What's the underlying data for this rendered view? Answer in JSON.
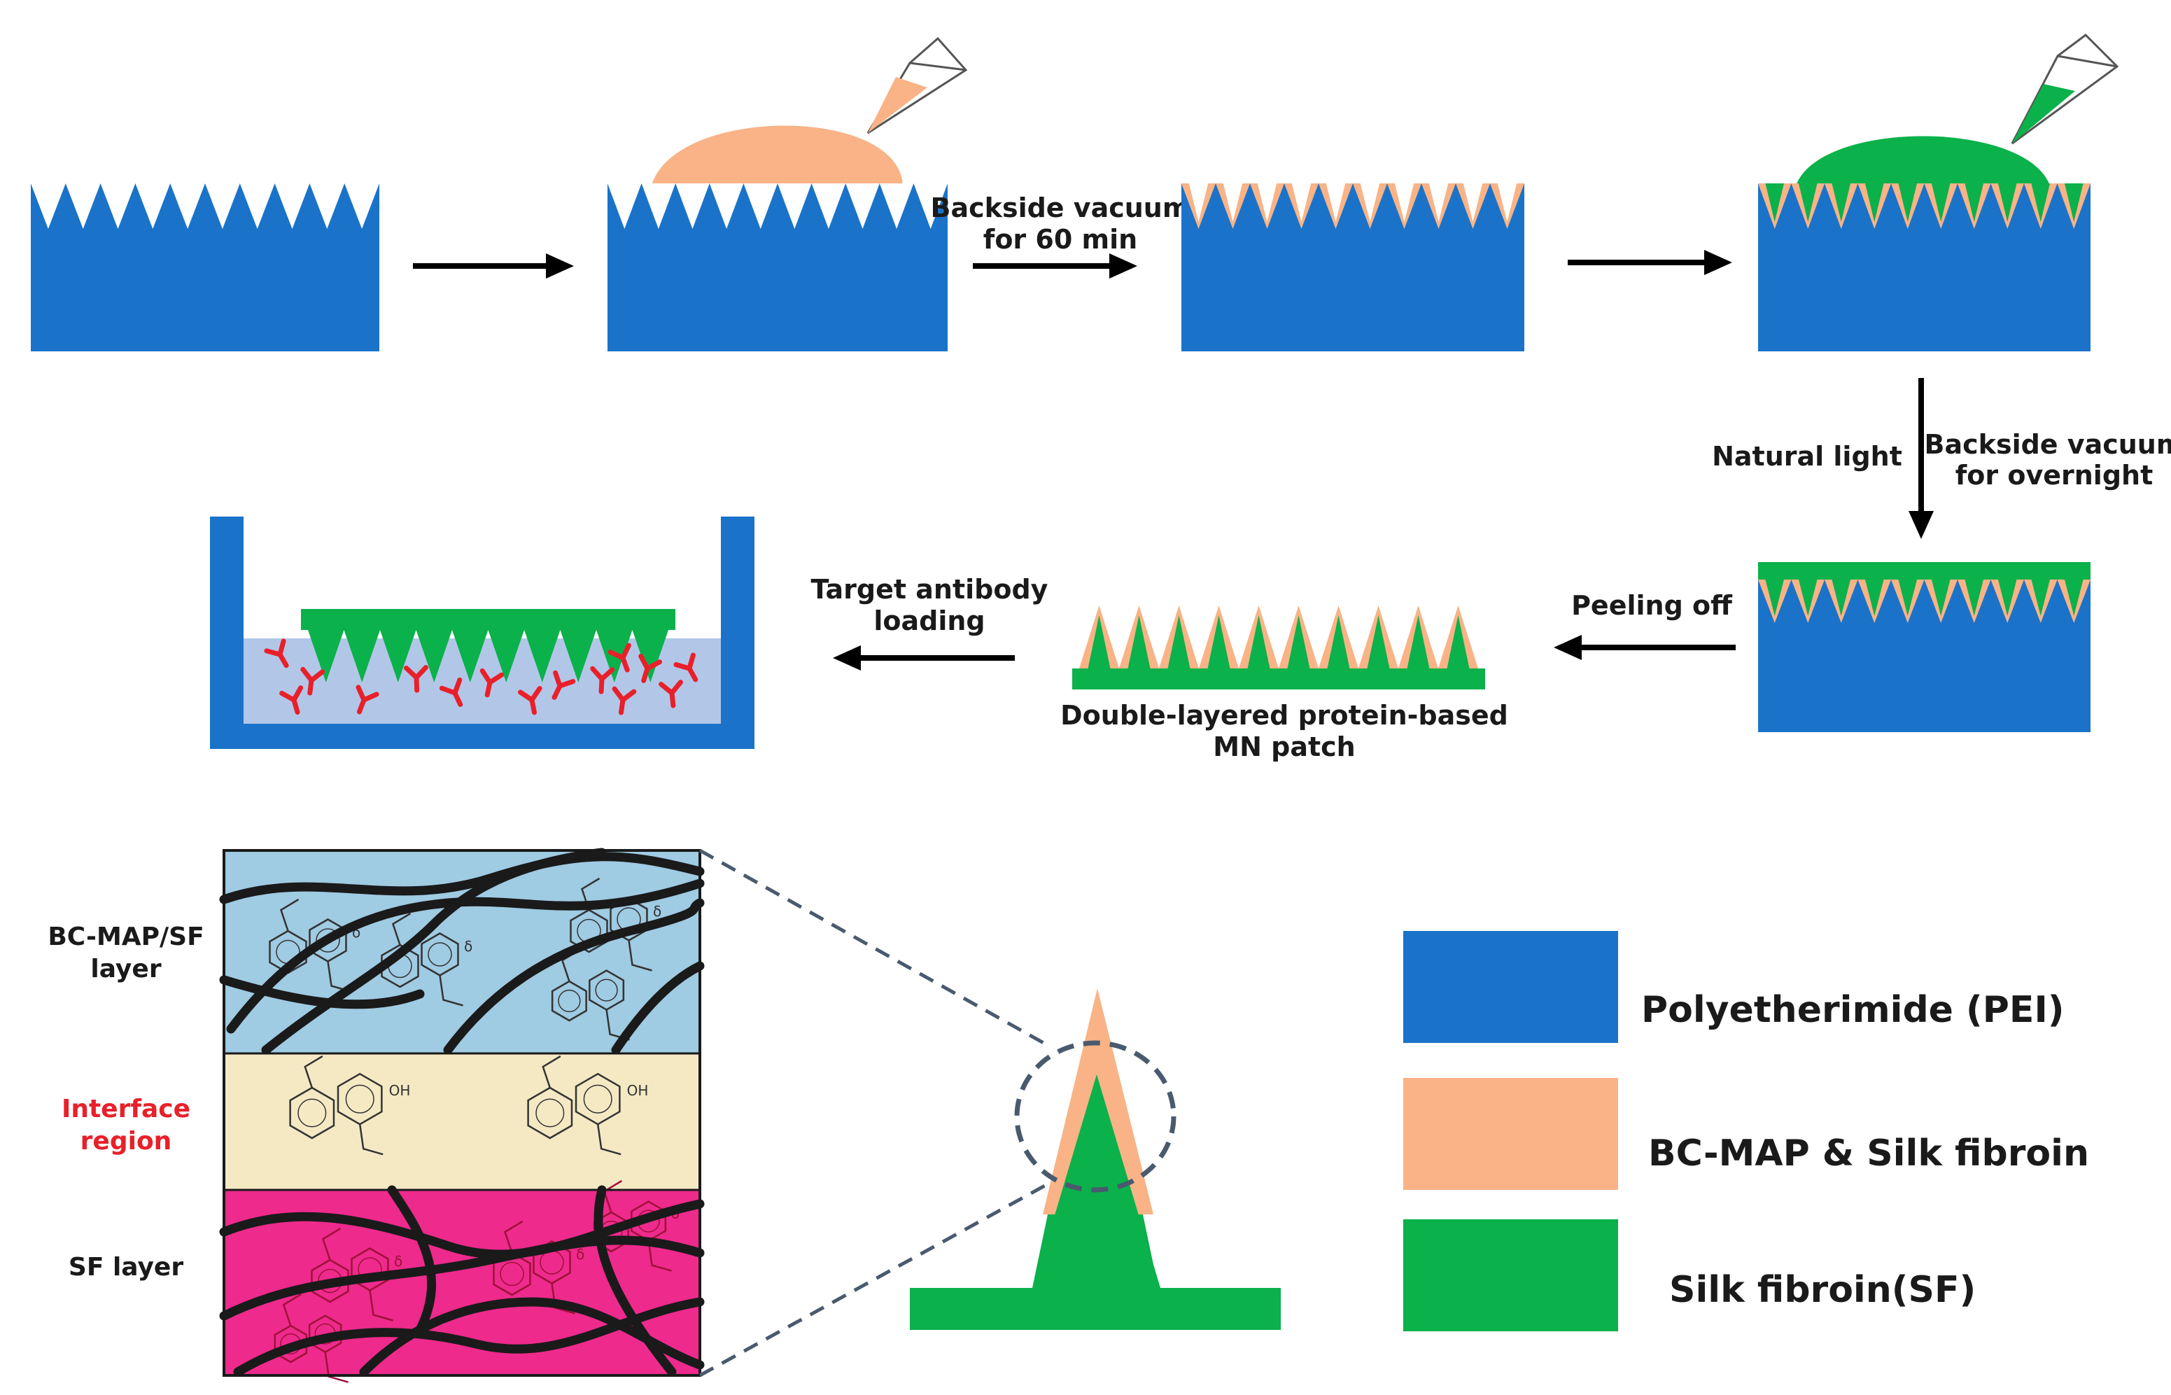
{
  "steps": {
    "step2_label_line1": "Backside vacuum",
    "step2_label_line2": "for 60 min",
    "drop_label_left": "Natural light",
    "drop_label_right_line1": "Backside vacuum",
    "drop_label_right_line2": "for overnight",
    "peel_label": "Peeling off",
    "patch_caption_line1": "Double-layered protein-based",
    "patch_caption_line2": "MN patch",
    "antibody_label_line1": "Target antibody",
    "antibody_label_line2": "loading"
  },
  "layers": {
    "top": "BC-MAP/SF",
    "top_line2": "layer",
    "middle_line1": "Interface",
    "middle_line2": "region",
    "bottom": "SF layer",
    "oh_label": "OH",
    "delta_label": "δ"
  },
  "legend": {
    "items": [
      {
        "label": "Polyetherimide (PEI)",
        "color": "#1a73c9"
      },
      {
        "label": "BC-MAP & Silk fibroin",
        "color": "#f9b386"
      },
      {
        "label": "Silk fibroin(SF)",
        "color": "#0bb14a"
      }
    ]
  },
  "colors": {
    "pei": "#1a73c9",
    "bcmap": "#f9b386",
    "sf": "#0bb14a",
    "liquid": "#b2c7e8",
    "antibody": "#e8202a",
    "interface_text": "#e8202a",
    "layer_top_bg": "#9fcbe3",
    "layer_mid_bg": "#f5e9c4",
    "layer_bot_bg": "#ee2a8c"
  }
}
